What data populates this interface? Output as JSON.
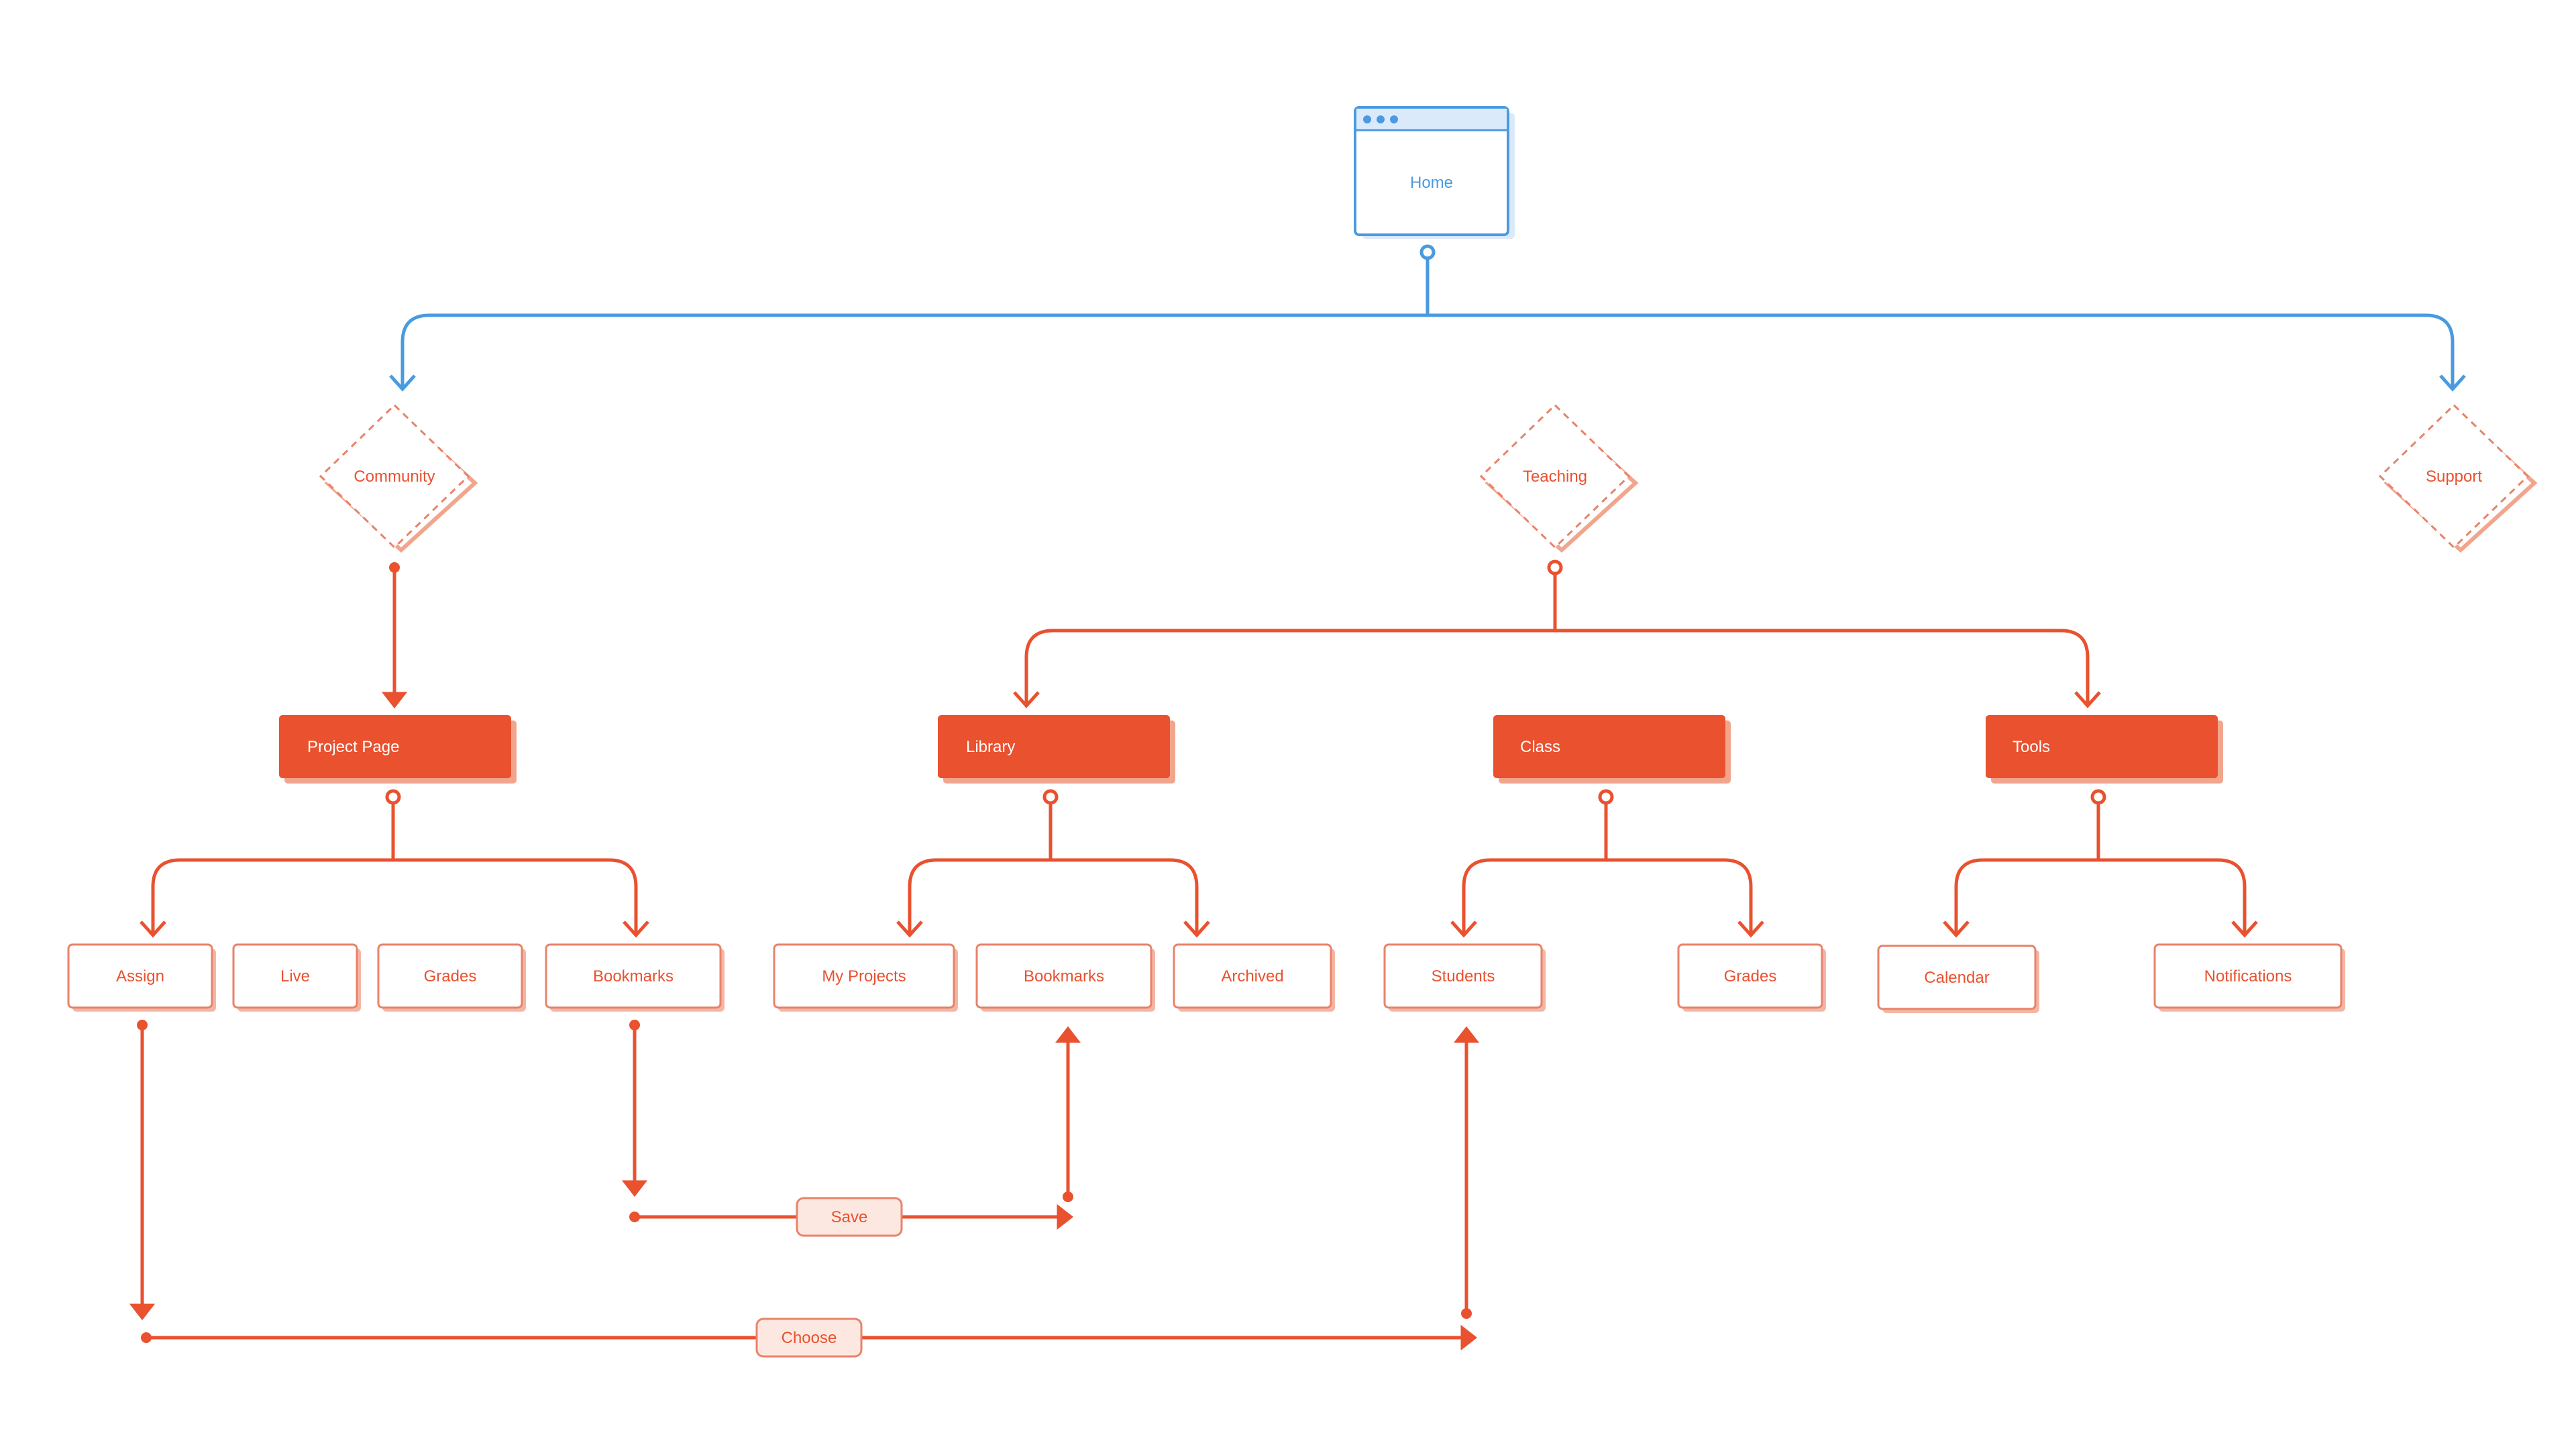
{
  "colors": {
    "blue": "#4a9ae0",
    "blue_light": "#dbeafb",
    "orange": "#e9512f",
    "orange_shadow": "#f2a58d",
    "pill_fill": "#fde8e1",
    "pill_border": "#e9826a"
  },
  "root": {
    "label": "Home",
    "icon": "browser-window-icon"
  },
  "sections": [
    {
      "label": "Community"
    },
    {
      "label": "Teaching"
    },
    {
      "label": "Support"
    }
  ],
  "pages": [
    {
      "label": "Project Page"
    },
    {
      "label": "Library"
    },
    {
      "label": "Class"
    },
    {
      "label": "Tools"
    }
  ],
  "leaves": [
    {
      "label": "Assign"
    },
    {
      "label": "Live"
    },
    {
      "label": "Grades"
    },
    {
      "label": "Bookmarks"
    },
    {
      "label": "My Projects"
    },
    {
      "label": "Bookmarks"
    },
    {
      "label": "Archived"
    },
    {
      "label": "Students"
    },
    {
      "label": "Grades"
    },
    {
      "label": "Calendar"
    },
    {
      "label": "Notifications"
    }
  ],
  "flows": [
    {
      "label": "Save"
    },
    {
      "label": "Choose"
    }
  ]
}
